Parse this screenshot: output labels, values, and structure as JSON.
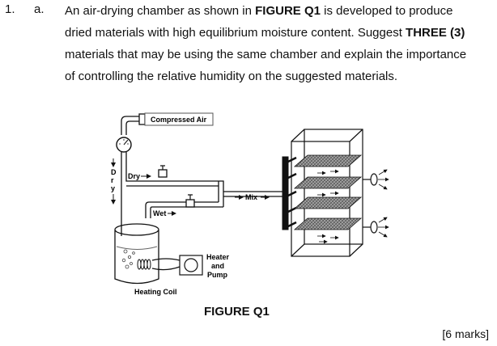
{
  "question": {
    "number": "1.",
    "part": "a.",
    "lines": [
      [
        "An air-drying chamber as shown in ",
        "FIGURE Q1",
        " is developed to produce"
      ],
      [
        "dried materials with high equilibrium moisture content. Suggest ",
        "THREE (3)",
        ""
      ],
      [
        "materials that may be using the same chamber and explain the importance",
        "",
        ""
      ],
      [
        "of controlling the relative humidity on the suggested materials.",
        "",
        ""
      ]
    ]
  },
  "figure": {
    "labels": {
      "compressed_air": "Compressed Air",
      "dry_vertical": [
        "D",
        "r",
        "y"
      ],
      "dry": "Dry",
      "wet": "Wet",
      "mix": "Mix",
      "heater_line1": "Heater",
      "heater_line2": "and",
      "heater_line3": "Pump",
      "heating_coil": "Heating Coil"
    },
    "caption": "FIGURE Q1"
  },
  "marks": "[6 marks]"
}
